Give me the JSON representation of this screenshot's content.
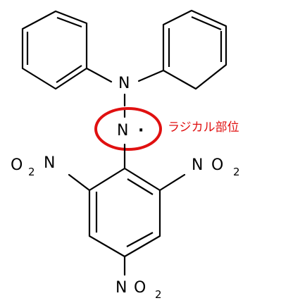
{
  "colors": {
    "bond": "#000000",
    "highlight": "#e01010"
  },
  "atoms": {
    "amine_n": "N",
    "radical_n": "N",
    "radical_dot": "·",
    "nitro_left_o": "O",
    "nitro_left_sub": "2",
    "nitro_left_n": "N",
    "nitro_right_n": "N",
    "nitro_right_o": "O",
    "nitro_right_sub": "2",
    "nitro_bottom_n": "N",
    "nitro_bottom_o": "O",
    "nitro_bottom_sub": "2"
  },
  "annotation": {
    "label": "ラジカル部位"
  }
}
